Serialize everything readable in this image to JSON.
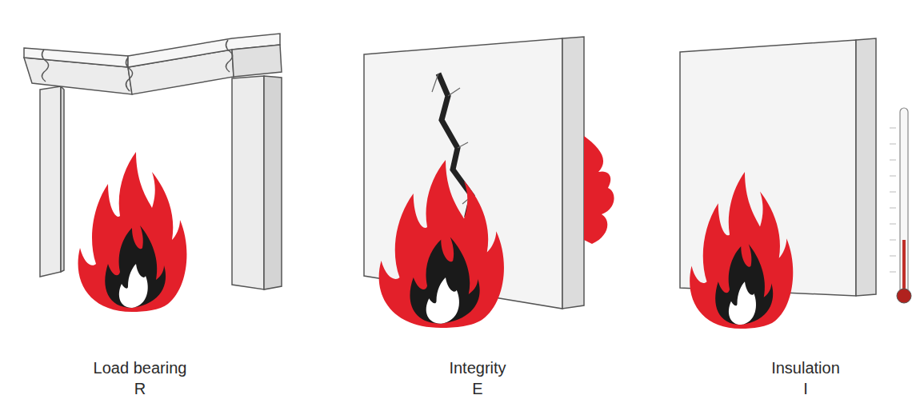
{
  "diagram": {
    "labels": [
      "Load bearing",
      "R",
      "Integrity",
      "E",
      "Insulation",
      "I"
    ]
  }
}
